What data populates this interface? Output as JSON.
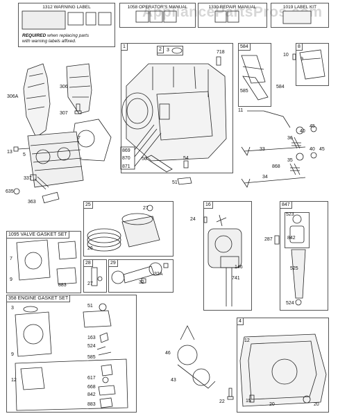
{
  "watermark": "AppliancePartsPros.com",
  "top_kits": [
    {
      "id": "k1312",
      "label": "1312 WARNING LABEL"
    },
    {
      "id": "k1058",
      "label": "1058 OPERATOR'S MANUAL"
    },
    {
      "id": "k1330",
      "label": "1330 REPAIR MANUAL"
    },
    {
      "id": "k1019",
      "label": "1019 LABEL KIT"
    }
  ],
  "warning_note": {
    "bold": "REQUIRED",
    "rest1": " when replacing parts",
    "rest2": "with warning labels affixed."
  },
  "kits": {
    "valve_gasket": "1095 VALVE GASKET SET",
    "engine_gasket": "358 ENGINE GASKET SET"
  },
  "group_labels": {
    "g1": "1",
    "g2": "2",
    "g584": "584",
    "g8": "8",
    "g25": "25",
    "g16": "16",
    "g847": "847",
    "g28": "28",
    "g29": "29",
    "g4": "4"
  },
  "parts": {
    "p306A": "306A",
    "p306": "306",
    "p307": "307",
    "p7a": "7",
    "p5": "5",
    "p13": "13",
    "p337": "337",
    "p635": "635",
    "p363": "363",
    "p3a": "3",
    "p718": "718",
    "p869": "869",
    "p870": "870",
    "p871": "871",
    "p50": "50",
    "p54": "54",
    "p51": "51",
    "p585a": "585",
    "p584b": "584",
    "p10": "10",
    "p9a": "9",
    "p11": "11",
    "p40a": "40",
    "p45a": "45",
    "p36": "36",
    "p33": "33",
    "p40b": "40",
    "p45b": "45",
    "p35": "35",
    "p868": "868",
    "p34": "34",
    "p27a": "27",
    "p26": "26",
    "p24": "24",
    "p146": "146",
    "p741": "741",
    "p523": "523",
    "p842": "842",
    "p287": "287",
    "p525": "525",
    "p524a": "524",
    "p7b": "7",
    "p9b": "9",
    "p883a": "883",
    "p27b": "27",
    "p32a": "32A",
    "p32": "32",
    "p3b": "3",
    "p51b": "51",
    "p163": "163",
    "p524b": "524",
    "p9c": "9",
    "p585b": "585",
    "p12a": "12",
    "p617": "617",
    "p668": "668",
    "p842b": "842",
    "p883b": "883",
    "p46": "46",
    "p43": "43",
    "p22": "22",
    "p12b": "12",
    "p15": "15",
    "p20a": "20",
    "p20b": "20"
  }
}
